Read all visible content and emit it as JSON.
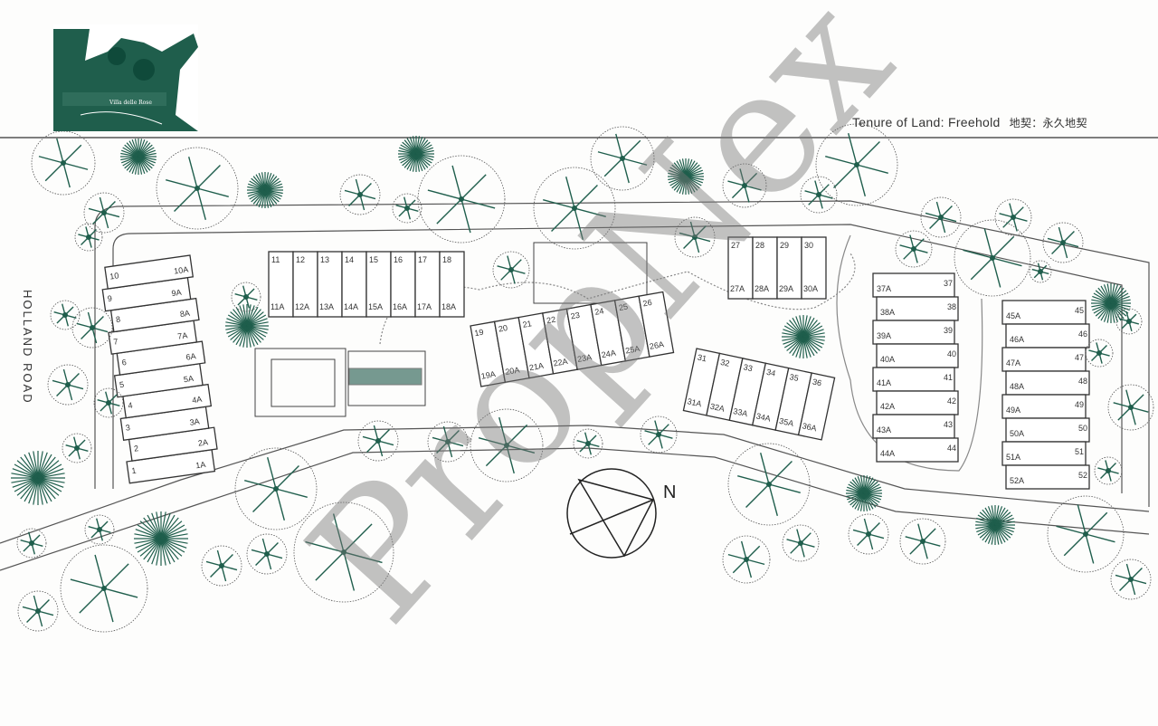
{
  "logo": {
    "name": "Villa delle Rose"
  },
  "header": {
    "tenure_en": "Tenure of Land: Freehold",
    "tenure_cn": "地契：永久地契"
  },
  "road_label": "HOLLAND ROAD",
  "compass_label": "N",
  "watermark": "PropNex",
  "colors": {
    "tree": "#1f5e4c",
    "line": "#333333",
    "watermark": "#8a8a8a"
  },
  "blocks": [
    {
      "id": "block-1-10",
      "units": [
        "1",
        "2",
        "3",
        "4",
        "5",
        "6",
        "7",
        "8",
        "9",
        "10"
      ],
      "units_a": [
        "1A",
        "2A",
        "3A",
        "4A",
        "5A",
        "6A",
        "7A",
        "8A",
        "9A",
        "10A"
      ]
    },
    {
      "id": "block-11-18",
      "units": [
        "11",
        "12",
        "13",
        "14",
        "15",
        "16",
        "17",
        "18"
      ],
      "units_a": [
        "11A",
        "12A",
        "13A",
        "14A",
        "15A",
        "16A",
        "17A",
        "18A"
      ]
    },
    {
      "id": "block-19-26",
      "units": [
        "19",
        "20",
        "21",
        "22",
        "23",
        "24",
        "25",
        "26"
      ],
      "units_a": [
        "19A",
        "20A",
        "21A",
        "22A",
        "23A",
        "24A",
        "25A",
        "26A"
      ]
    },
    {
      "id": "block-27-30",
      "units": [
        "27",
        "28",
        "29",
        "30"
      ],
      "units_a": [
        "27A",
        "28A",
        "29A",
        "30A"
      ]
    },
    {
      "id": "block-31-36",
      "units": [
        "31",
        "32",
        "33",
        "34",
        "35",
        "36"
      ],
      "units_a": [
        "31A",
        "32A",
        "33A",
        "34A",
        "35A",
        "36A"
      ]
    },
    {
      "id": "block-37-44",
      "units": [
        "37",
        "38",
        "39",
        "40",
        "41",
        "42",
        "43",
        "44"
      ],
      "units_a": [
        "37A",
        "38A",
        "39A",
        "40A",
        "41A",
        "42A",
        "43A",
        "44A"
      ]
    },
    {
      "id": "block-45-52",
      "units": [
        "45",
        "46",
        "47",
        "48",
        "49",
        "50",
        "51",
        "52"
      ],
      "units_a": [
        "45A",
        "46A",
        "47A",
        "48A",
        "49A",
        "50A",
        "51A",
        "52A"
      ]
    }
  ]
}
